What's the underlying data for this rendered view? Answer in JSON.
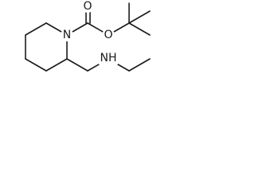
{
  "molecule": {
    "atoms": {
      "ring_nitrogen": "N",
      "carbonyl_oxygen": "O",
      "ester_oxygen": "O",
      "amine": "NH"
    },
    "colors": {
      "bond": "#1a1a1a",
      "background": "#ffffff"
    }
  }
}
